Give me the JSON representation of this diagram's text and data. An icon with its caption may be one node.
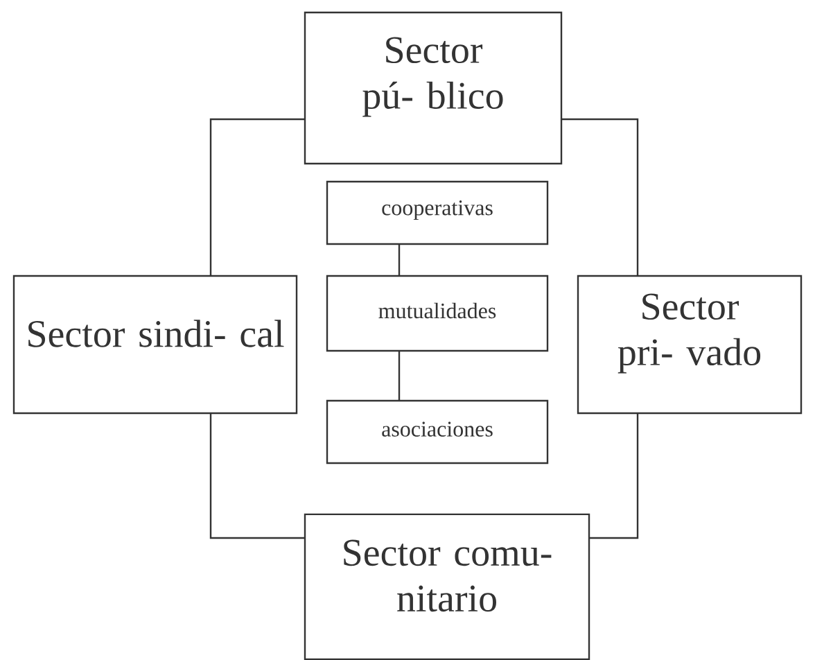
{
  "diagram": {
    "nodes": [
      {
        "text": [
          "Sector pú- blico"
        ]
      },
      {
        "text": [
          "Sector sindi- cal"
        ]
      },
      {
        "text": [
          "Sector pri- vado"
        ]
      },
      {
        "text": [
          "cooperativas"
        ]
      },
      {
        "text": [
          "mutualidades"
        ]
      },
      {
        "text": [
          "asociaciones"
        ]
      },
      {
        "text": [
          "Sector comu- nitario"
        ]
      }
    ],
    "edges": [
      {
        "from": 0,
        "to": 1,
        "arrow": "none"
      },
      {
        "from": 0,
        "to": 2,
        "arrow": "none"
      },
      {
        "from": 1,
        "to": 6,
        "arrow": "none"
      },
      {
        "from": 2,
        "to": 6,
        "arrow": "none"
      },
      {
        "from": 3,
        "to": 4,
        "arrow": "none"
      },
      {
        "from": 4,
        "to": 5,
        "arrow": "none"
      }
    ]
  }
}
